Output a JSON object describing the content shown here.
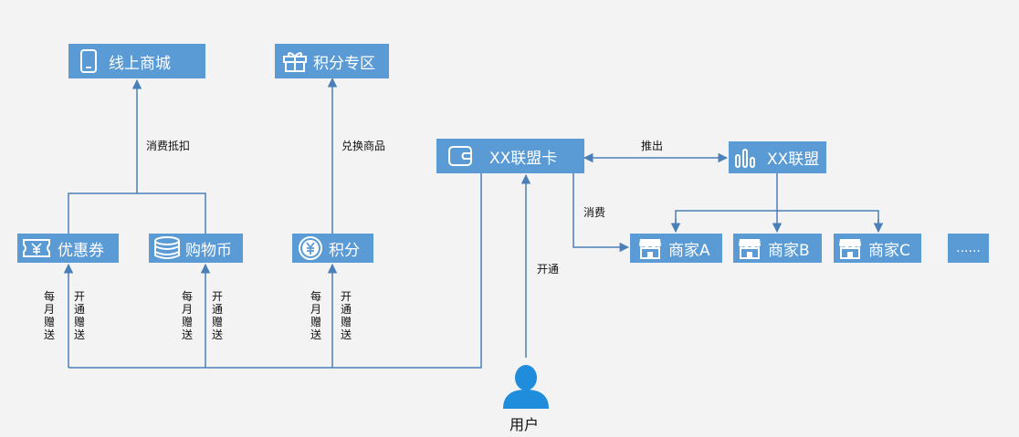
{
  "colors": {
    "box": "#5b9bd5",
    "line": "#4a7fb8",
    "text": "#111111",
    "background": "#f3f3f3",
    "user": "#1f8ddb"
  },
  "nodes": {
    "online_mall": "线上商城",
    "points_zone": "积分专区",
    "league_card": "XX联盟卡",
    "league": "XX联盟",
    "coupon": "优惠券",
    "shopping_coin": "购物币",
    "points": "积分",
    "merchant_a": "商家A",
    "merchant_b": "商家B",
    "merchant_c": "商家C",
    "more": "......",
    "user": "用户"
  },
  "edges": {
    "consume_deduct": "消费抵扣",
    "exchange_goods": "兑换商品",
    "launch": "推出",
    "consume": "消费",
    "activate": "开通",
    "monthly_gift": "每月赠送",
    "activation_gift": "开通赠送"
  },
  "icons": {
    "online_mall": "tablet-icon",
    "points_zone": "gift-icon",
    "league_card": "wallet-icon",
    "league": "bar-chart-icon",
    "coupon": "ticket-yen-icon",
    "shopping_coin": "coin-stack-icon",
    "points": "yen-coin-icon",
    "merchant": "store-icon",
    "user": "user-icon"
  }
}
